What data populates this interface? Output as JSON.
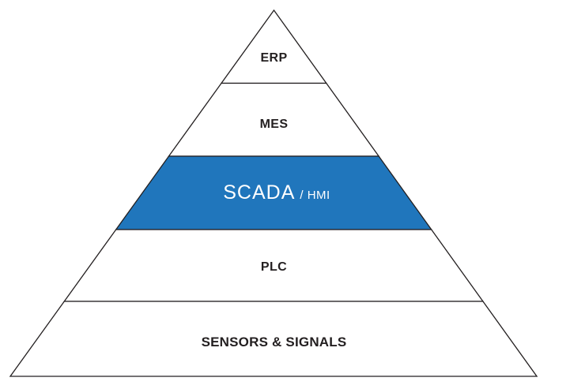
{
  "diagram": {
    "type": "pyramid",
    "name": "automation-hierarchy-pyramid",
    "levels": [
      {
        "id": "erp",
        "label": "ERP",
        "highlighted": false
      },
      {
        "id": "mes",
        "label": "MES",
        "highlighted": false
      },
      {
        "id": "scada-hmi",
        "label": "SCADA",
        "sublabel": "/ HMI",
        "highlighted": true
      },
      {
        "id": "plc",
        "label": "PLC",
        "highlighted": false
      },
      {
        "id": "sensors-signals",
        "label": "SENSORS & SIGNALS",
        "highlighted": false
      }
    ],
    "colors": {
      "highlight_fill": "#2076BC",
      "band_fill": "#FFFFFF",
      "outline": "#231F20",
      "label_text": "#231F20",
      "highlight_label_text": "#FFFFFF",
      "background": "#FFFFFF"
    }
  }
}
